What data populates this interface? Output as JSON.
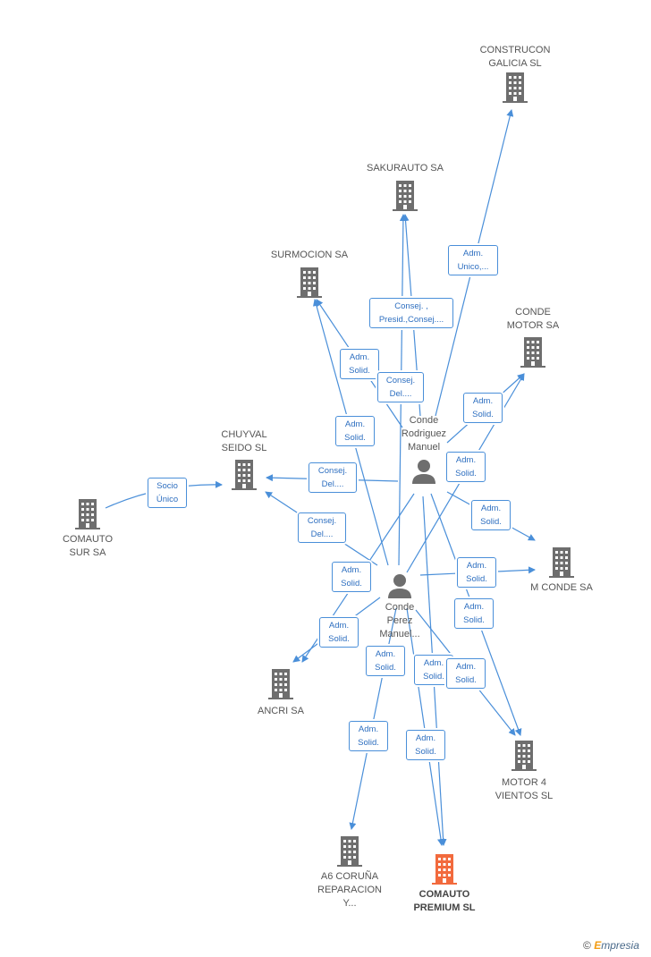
{
  "colors": {
    "edge": "#4a8fd9",
    "company": "#6e6e6e",
    "main_company": "#f26a3d",
    "person": "#6e6e6e"
  },
  "nodes": {
    "construcon": {
      "lines": [
        "CONSTRUCON",
        "GALICIA SL"
      ],
      "icon": "building-icon"
    },
    "sakurauto": {
      "lines": [
        "SAKURAUTO SA"
      ],
      "icon": "building-icon"
    },
    "surmocion": {
      "lines": [
        "SURMOCION SA"
      ],
      "icon": "building-icon"
    },
    "conde_motor": {
      "lines": [
        "CONDE",
        "MOTOR SA"
      ],
      "icon": "building-icon"
    },
    "chuyval": {
      "lines": [
        "CHUYVAL",
        "SEIDO SL"
      ],
      "icon": "building-icon"
    },
    "comauto_sur": {
      "lines": [
        "COMAUTO",
        "SUR SA"
      ],
      "icon": "building-icon"
    },
    "m_conde": {
      "lines": [
        "M CONDE SA"
      ],
      "icon": "building-icon"
    },
    "ancri": {
      "lines": [
        "ANCRI SA"
      ],
      "icon": "building-icon"
    },
    "motor4": {
      "lines": [
        "MOTOR 4",
        "VIENTOS  SL"
      ],
      "icon": "building-icon"
    },
    "a6": {
      "lines": [
        "A6 CORUÑA",
        "REPARACION",
        "Y..."
      ],
      "icon": "building-icon"
    },
    "comauto_premium": {
      "lines": [
        "COMAUTO",
        "PREMIUM SL"
      ],
      "icon": "building-icon"
    },
    "p1": {
      "lines": [
        "Conde",
        "Rodriguez",
        "Manuel"
      ],
      "icon": "person-icon"
    },
    "p2": {
      "lines": [
        "Conde",
        "Perez",
        "Manuel..."
      ],
      "icon": "person-icon"
    }
  },
  "edge_labels": [
    {
      "lines": [
        "Adm.",
        "Unico,..."
      ]
    },
    {
      "lines": [
        "Consej. ,",
        "Presid.,Consej...."
      ]
    },
    {
      "lines": [
        "Adm.",
        "Solid."
      ]
    },
    {
      "lines": [
        "Consej.",
        "Del...."
      ]
    },
    {
      "lines": [
        "Adm.",
        "Solid."
      ]
    },
    {
      "lines": [
        "Adm.",
        "Solid."
      ]
    },
    {
      "lines": [
        "Adm.",
        "Solid."
      ]
    },
    {
      "lines": [
        "Consej.",
        "Del...."
      ]
    },
    {
      "lines": [
        "Socio",
        "Único"
      ]
    },
    {
      "lines": [
        "Consej.",
        "Del...."
      ]
    },
    {
      "lines": [
        "Adm.",
        "Solid."
      ]
    },
    {
      "lines": [
        "Adm.",
        "Solid."
      ]
    },
    {
      "lines": [
        "Adm.",
        "Solid."
      ]
    },
    {
      "lines": [
        "Adm.",
        "Solid."
      ]
    },
    {
      "lines": [
        "Adm.",
        "Solid."
      ]
    },
    {
      "lines": [
        "Adm.",
        "Solid."
      ]
    },
    {
      "lines": [
        "Adm.",
        "Solid."
      ]
    },
    {
      "lines": [
        "Adm.",
        "Solid."
      ]
    },
    {
      "lines": [
        "Adm.",
        "Solid."
      ]
    }
  ],
  "footer": {
    "copyright": "©",
    "brand_initial": "E",
    "brand_rest": "mpresia"
  }
}
